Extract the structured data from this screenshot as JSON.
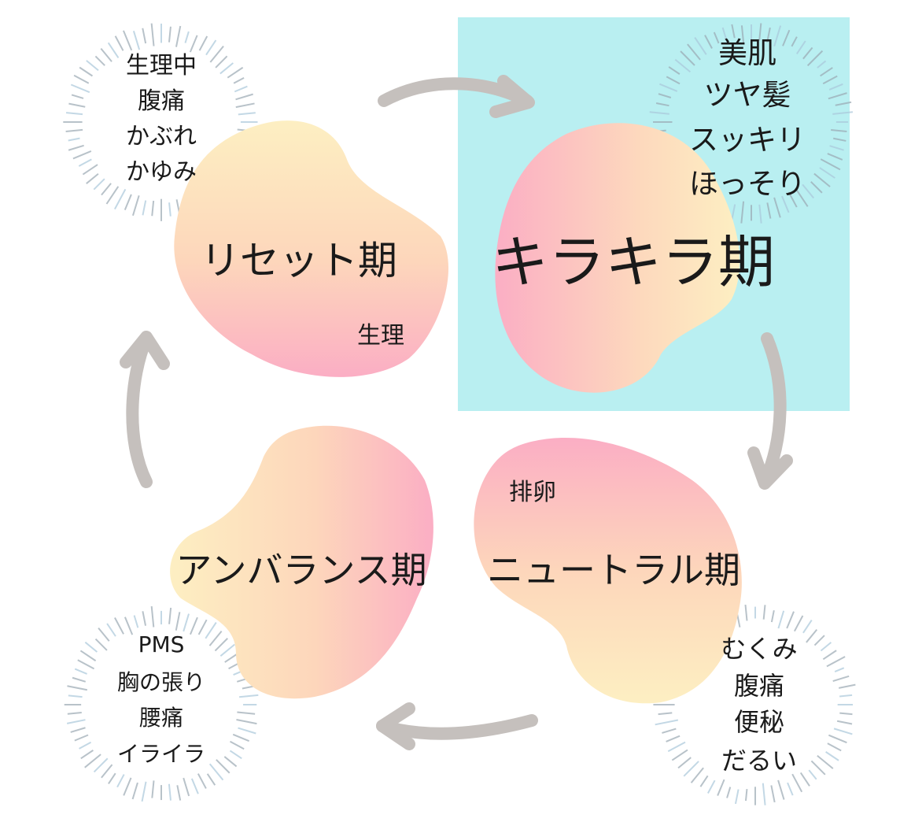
{
  "colors": {
    "highlight_bg": "#b9eff1",
    "blob_pink": "#fbaec4",
    "blob_yellow": "#fdefc2",
    "arrow": "#c5c0bd",
    "ray": "#9fb6c8"
  },
  "phases": {
    "reset": {
      "title": "リセット期",
      "sub": "生理",
      "symptoms": [
        "生理中",
        "腹痛",
        "かぶれ",
        "かゆみ"
      ]
    },
    "kirakira": {
      "title": "キラキラ期",
      "symptoms": [
        "美肌",
        "ツヤ髪",
        "スッキリ",
        "ほっそり"
      ]
    },
    "neutral": {
      "title": "ニュートラル期",
      "sub": "排卵",
      "symptoms": [
        "むくみ",
        "腹痛",
        "便秘",
        "だるい"
      ]
    },
    "imbalance": {
      "title": "アンバランス期",
      "symptoms": [
        "PMS",
        "胸の張り",
        "腰痛",
        "イライラ"
      ]
    }
  }
}
